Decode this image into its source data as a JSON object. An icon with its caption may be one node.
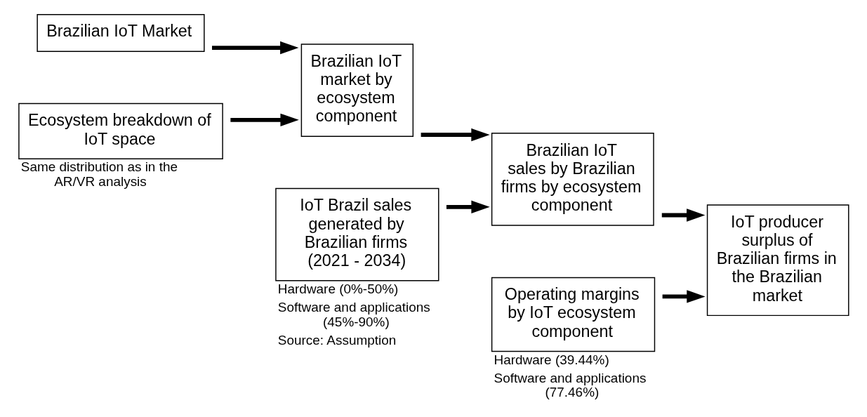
{
  "diagram": {
    "nodes": [
      {
        "text": [
          "Brazilian IoT Market"
        ]
      },
      {
        "text": [
          "Brazilian IoT market by ecosystem component"
        ]
      },
      {
        "text": [
          "Brazilian IoT sales by Brazilian firms by ecosystem component"
        ]
      },
      {
        "text": [
          "IoT producer surplus of Brazilian firms in the Brazilian market"
        ]
      },
      {
        "text": [
          "Ecosystem breakdown of IoT space"
        ],
        "beside": [
          "Same distribution as in the AR/VR analysis"
        ]
      },
      {
        "text": [
          "IoT Brazil sales generated by Brazilian firms (2021 - 2034)"
        ],
        "beside": [
          "Hardware (0%-50%)",
          "Software and applications (45%-90%)",
          "Source: Assumption"
        ]
      },
      {
        "text": [
          "Operating margins by IoT ecosystem component"
        ],
        "beside": [
          "Hardware (39.44%)",
          "Software and applications (77.46%)"
        ]
      }
    ],
    "edges": [
      {
        "from": 0,
        "to": 1,
        "arrow": "to"
      },
      {
        "from": 4,
        "to": 1,
        "arrow": "to"
      },
      {
        "from": 1,
        "to": 2,
        "arrow": "to"
      },
      {
        "from": 5,
        "to": 2,
        "arrow": "to"
      },
      {
        "from": 2,
        "to": 3,
        "arrow": "to"
      },
      {
        "from": 6,
        "to": 3,
        "arrow": "to"
      }
    ]
  }
}
